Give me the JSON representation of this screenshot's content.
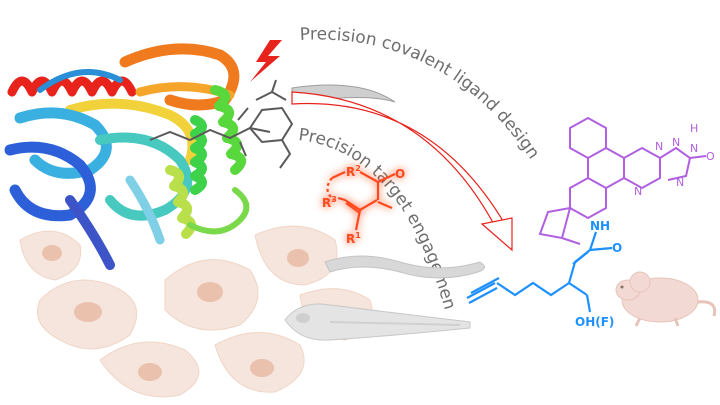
{
  "labels": {
    "covalent_design": "Precision covalent ligand design",
    "target_engagement": "Precision target engagement"
  },
  "warhead": {
    "r1": "R",
    "r1_sup": "1",
    "r2": "R",
    "r2_sup": "2",
    "r3": "R",
    "r3_sup": "3",
    "oxygen": "O",
    "color": "#ff4a1c"
  },
  "probe": {
    "amide_n": "NH",
    "carbonyl_o": "O",
    "hydroxyl": "OH(F)",
    "color": "#1e90ff"
  },
  "scaffold": {
    "pyridine_n": "N",
    "triazole_n1": "N",
    "triazole_n2": "N",
    "triazole_nh": "N",
    "triazole_h": "H",
    "triazole_n3": "N",
    "carbonyl_o": "O",
    "color": "#b060e0"
  },
  "colors": {
    "lightning": "#e8231c",
    "cells": "#f0d2c2",
    "organisms": "#d8d8d8",
    "mouse": "#f3d9d3",
    "arrow_gray": "#cfcfcf",
    "arrow_red": "#e8231c"
  }
}
